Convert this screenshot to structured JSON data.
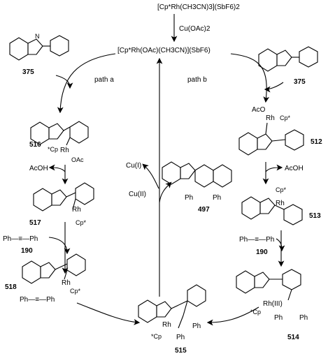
{
  "reagents": {
    "catalyst_precursor": "[Cp*Rh(CH3CN)3](SbF6)2",
    "oxidant": "Cu(OAc)2",
    "active_catalyst": "[Cp*Rh(OAc)(CH3CN)](SbF6)",
    "acid": "AcOH",
    "cu_reduced": "Cu(I)",
    "cu_oxidized": "Cu(II)",
    "alkyne": "Ph—≡—Ph"
  },
  "paths": {
    "a": "path a",
    "b": "path b"
  },
  "compounds": {
    "c375": "375",
    "c516": "516",
    "c517": "517",
    "c518": "518",
    "c190": "190",
    "c515": "515",
    "c497": "497",
    "c512": "512",
    "c513": "513",
    "c514": "514"
  },
  "labels": {
    "rh": "Rh",
    "cp": "Cp*",
    "star_cp": "*Cp",
    "oac": "OAc",
    "aco": "AcO",
    "rh3": "Rh(III)",
    "ph": "Ph",
    "n": "N"
  }
}
